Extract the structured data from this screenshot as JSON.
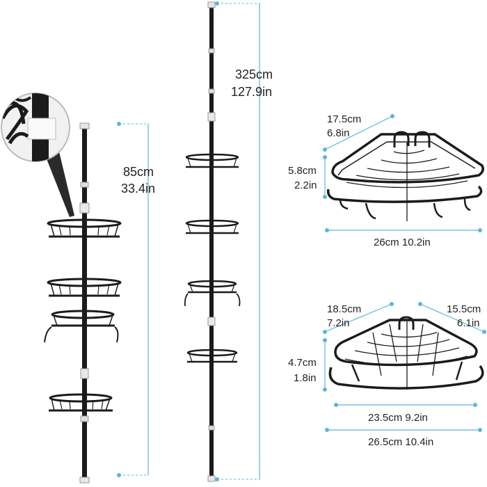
{
  "dimensions": {
    "short_pole": {
      "height_cm": "85cm",
      "height_in": "33.4in"
    },
    "tall_pole": {
      "height_cm": "325cm",
      "height_in": "127.9in"
    },
    "top_basket": {
      "depth_cm": "17.5cm",
      "depth_in": "6.8in",
      "height_cm": "5.8cm",
      "height_in": "2.2in",
      "width": "26cm 10.2in"
    },
    "bottom_basket": {
      "left_cm": "18.5cm",
      "left_in": "7.2in",
      "right_cm": "15.5cm",
      "right_in": "6.1in",
      "height_cm": "4.7cm",
      "height_in": "1.8in",
      "inner_width": "23.5cm 9.2in",
      "outer_width": "26.5cm 10.4in"
    }
  },
  "colors": {
    "guide": "#5bb6d6",
    "metal": "#1b1b1b",
    "label": "#222222"
  }
}
